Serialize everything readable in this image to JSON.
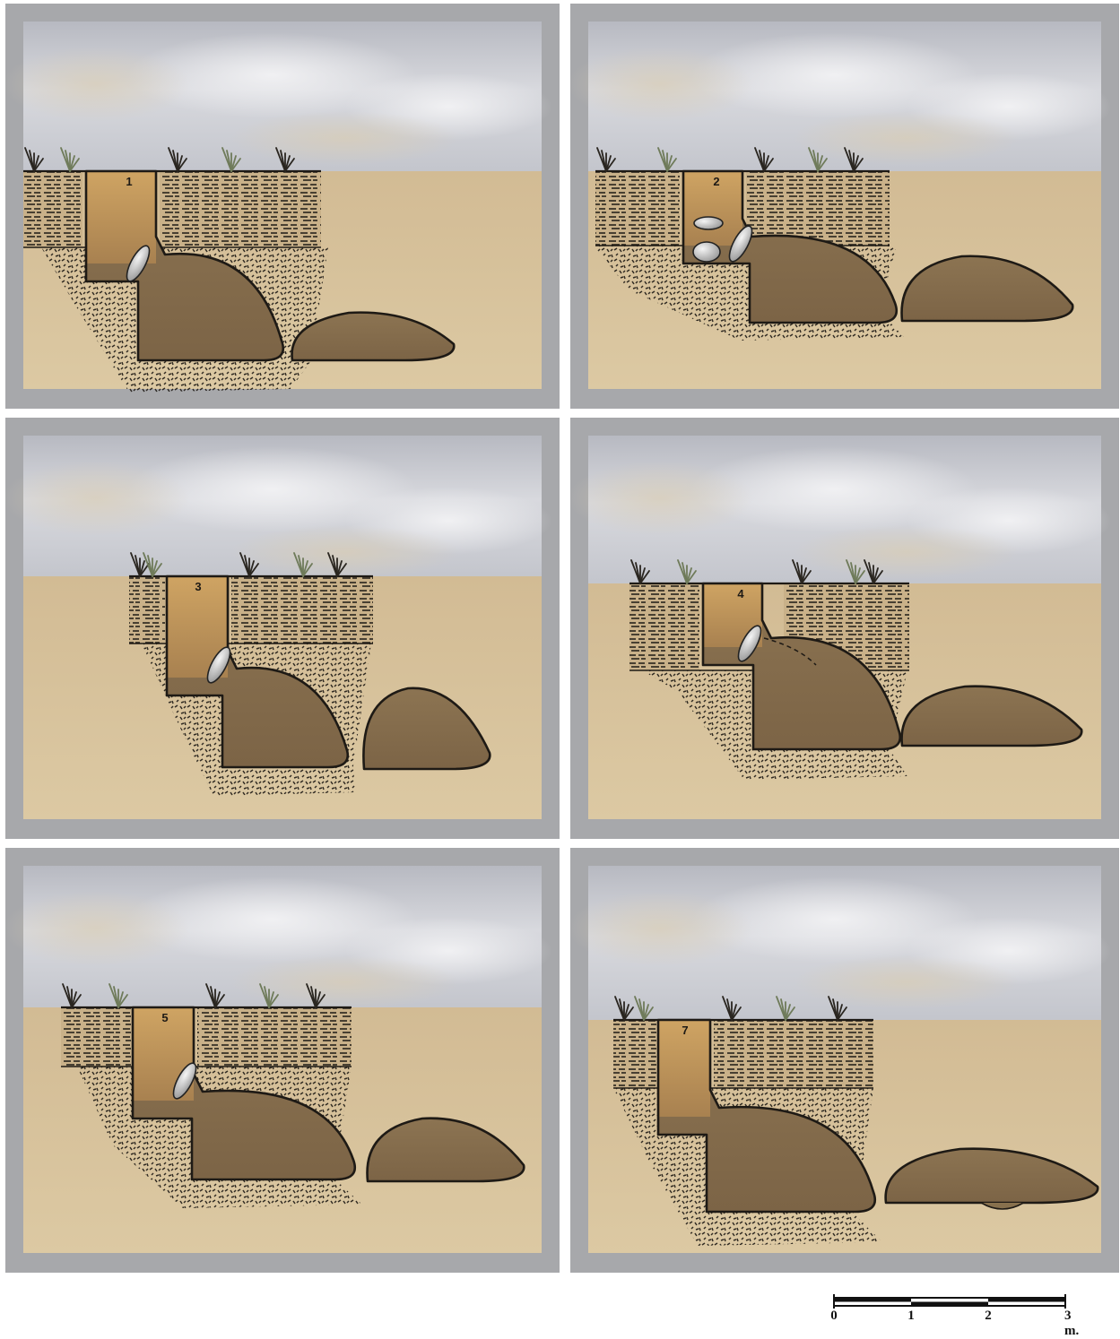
{
  "panels": [
    {
      "id": "p1",
      "label": "1"
    },
    {
      "id": "p2",
      "label": "2"
    },
    {
      "id": "p3",
      "label": "3"
    },
    {
      "id": "p4",
      "label": "4"
    },
    {
      "id": "p5",
      "label": "5"
    },
    {
      "id": "p6",
      "label": "7"
    }
  ],
  "scale_bar": {
    "ticks": [
      "0",
      "1",
      "2",
      "3 m."
    ]
  },
  "colors": {
    "frame": "#a7a8ab",
    "sky": "#c6c8cf",
    "ground": "#d7c39c",
    "pit_fill": "#c79d5c",
    "mound": "#87704d",
    "hatch": "#1e1a15"
  }
}
